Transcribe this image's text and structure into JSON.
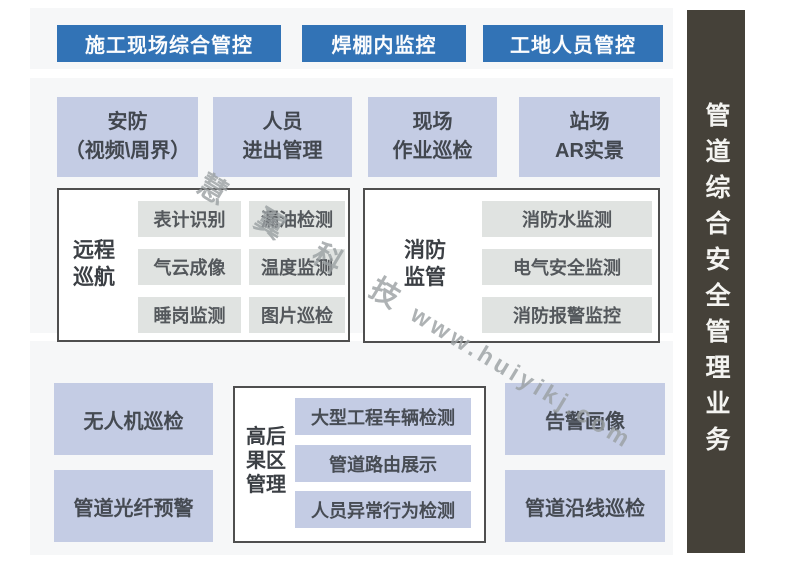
{
  "sidebar": {
    "title": "管道综合安全管理业务"
  },
  "watermark": {
    "brand": "慧 翼 科 技",
    "url": "www.huiyikj.com"
  },
  "top_nav": {
    "buttons": [
      {
        "label": "施工现场综合管控"
      },
      {
        "label": "焊棚内监控"
      },
      {
        "label": "工地人员管控"
      }
    ]
  },
  "features": [
    {
      "line1": "安防",
      "line2": "（视频\\周界）"
    },
    {
      "line1": "人员",
      "line2": "进出管理"
    },
    {
      "line1": "现场",
      "line2": "作业巡检"
    },
    {
      "line1": "站场",
      "line2": "AR实景"
    }
  ],
  "remote_patrol": {
    "label": [
      "远程",
      "巡航"
    ],
    "items": [
      "表计识别",
      "漏油检测",
      "气云成像",
      "温度监测",
      "睡岗监测",
      "图片巡检"
    ]
  },
  "fire_supervision": {
    "label": [
      "消防",
      "监管"
    ],
    "items": [
      "消防水监测",
      "电气安全监测",
      "消防报警监控"
    ]
  },
  "high_consequence_area": {
    "label": [
      "高后",
      "果区",
      "管理"
    ],
    "items": [
      "大型工程车辆检测",
      "管道路由展示",
      "人员异常行为检测"
    ]
  },
  "bottom_left": {
    "items": [
      "无人机巡检",
      "管道光纤预警"
    ]
  },
  "bottom_right": {
    "items": [
      "告警画像",
      "管道沿线巡检"
    ]
  },
  "colors": {
    "primary_blue": "#3273b6",
    "lavender": "#c4cce4",
    "light_gray_box": "#e0e3e1",
    "sidebar_dark": "#454139",
    "panel_bg": "#f6f7f8",
    "border_gray": "#4f4f4f"
  }
}
